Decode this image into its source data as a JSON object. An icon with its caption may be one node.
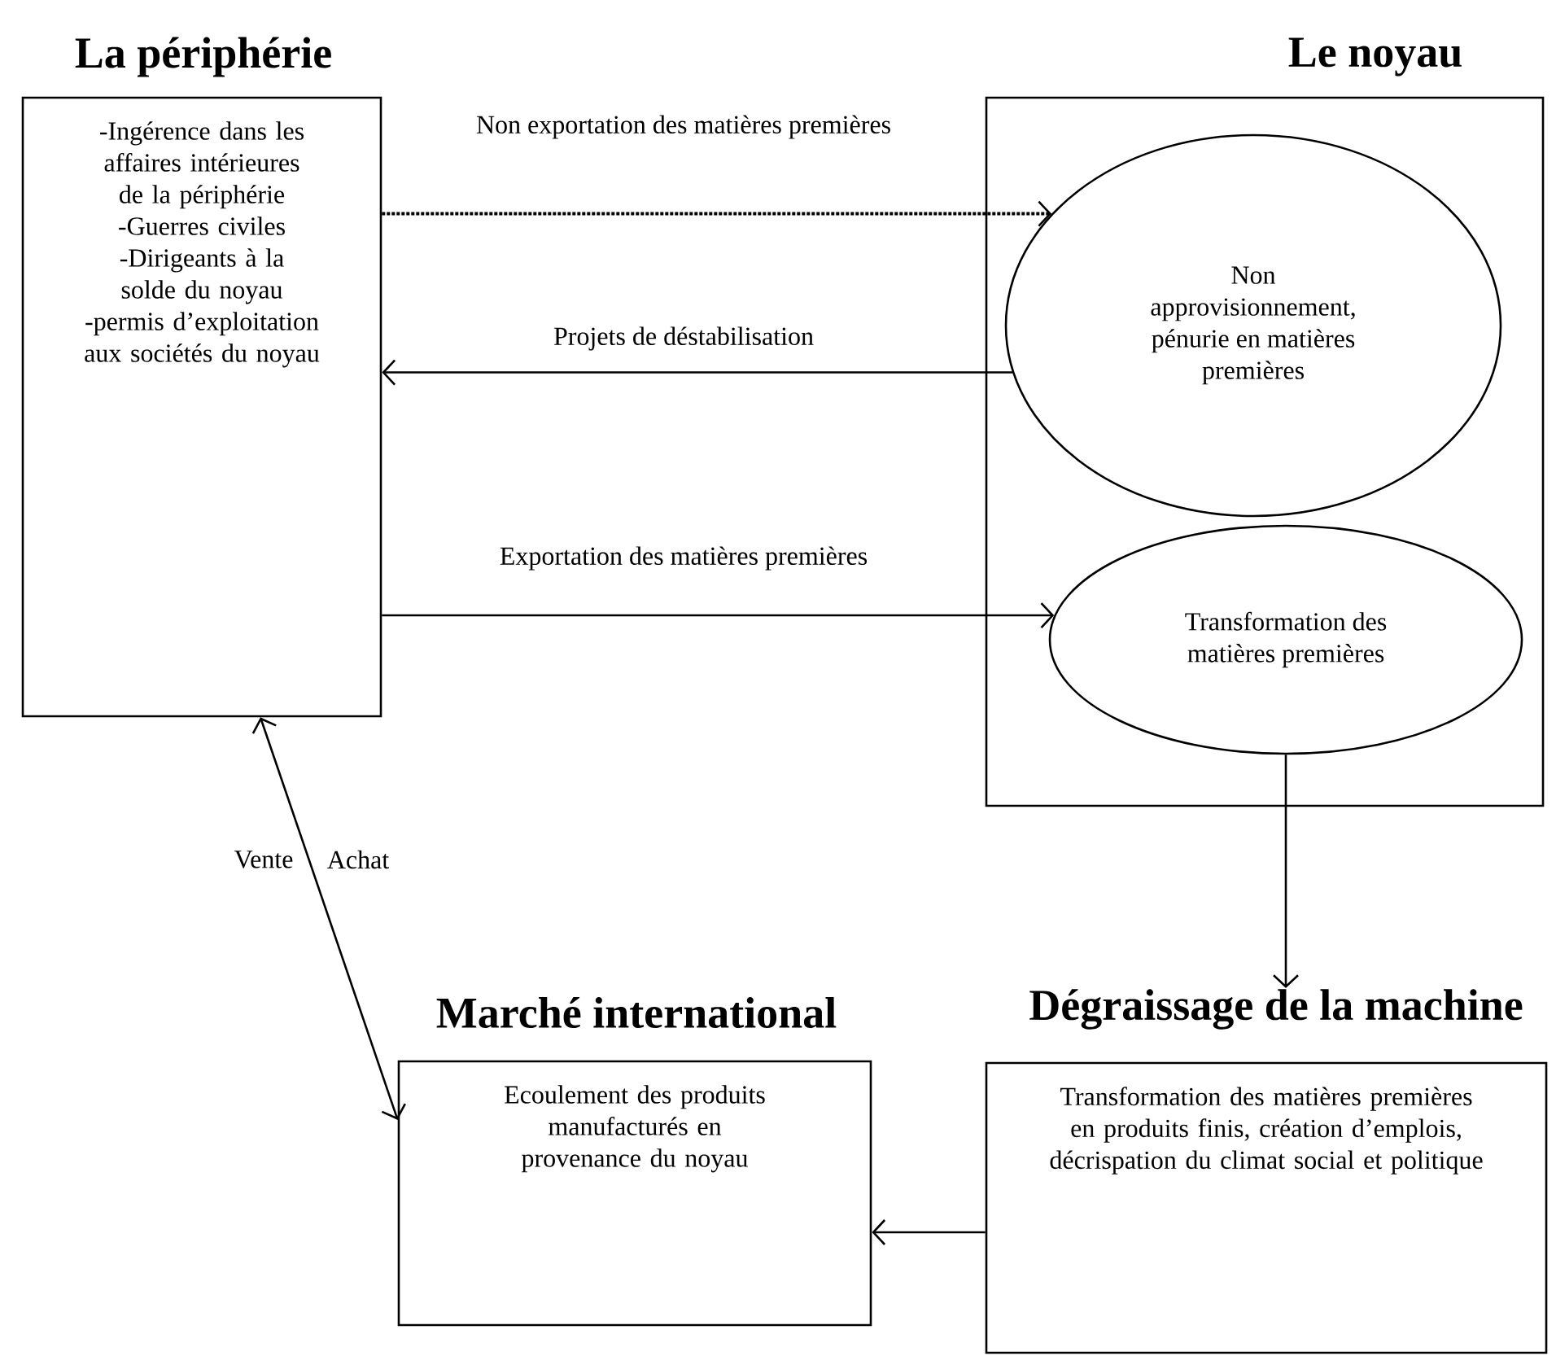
{
  "diagram": {
    "nodes": [
      {
        "text": [
          "La périphérie",
          "-Ingérence dans les affaires intérieures de la périphérie",
          "-Guerres civiles",
          "-Dirigeants à la solde du noyau",
          "-permis d’exploitation aux sociétés du noyau"
        ]
      },
      {
        "text": [
          "Le noyau"
        ]
      },
      {
        "text": [
          "Non approvisionnement, pénurie en matières premières"
        ],
        "in": 1
      },
      {
        "text": [
          "Transformation des matières premières"
        ],
        "in": 1
      },
      {
        "text": [
          "Marché international",
          "Ecoulement des produits manufacturés en provenance du noyau"
        ]
      },
      {
        "text": [
          "Dégraissage de la machine",
          "Transformation des matières premières en produits finis, création d’emplois, décrispation du climat social et politique"
        ]
      }
    ],
    "edges": [
      {
        "from": 0,
        "to": 2,
        "arrow": "to",
        "label": "Non exportation des matières premières",
        "style": "dashed"
      },
      {
        "from": 2,
        "to": 0,
        "arrow": "to",
        "label": "Projets de déstabilisation"
      },
      {
        "from": 0,
        "to": 3,
        "arrow": "to",
        "label": "Exportation des matières premières"
      },
      {
        "from": 3,
        "to": 5,
        "arrow": "to"
      },
      {
        "from": 5,
        "to": 4,
        "arrow": "to"
      },
      {
        "from": 0,
        "to": 4,
        "arrow": "both",
        "label": "Vente"
      }
    ],
    "labels": [
      "Achat"
    ]
  }
}
